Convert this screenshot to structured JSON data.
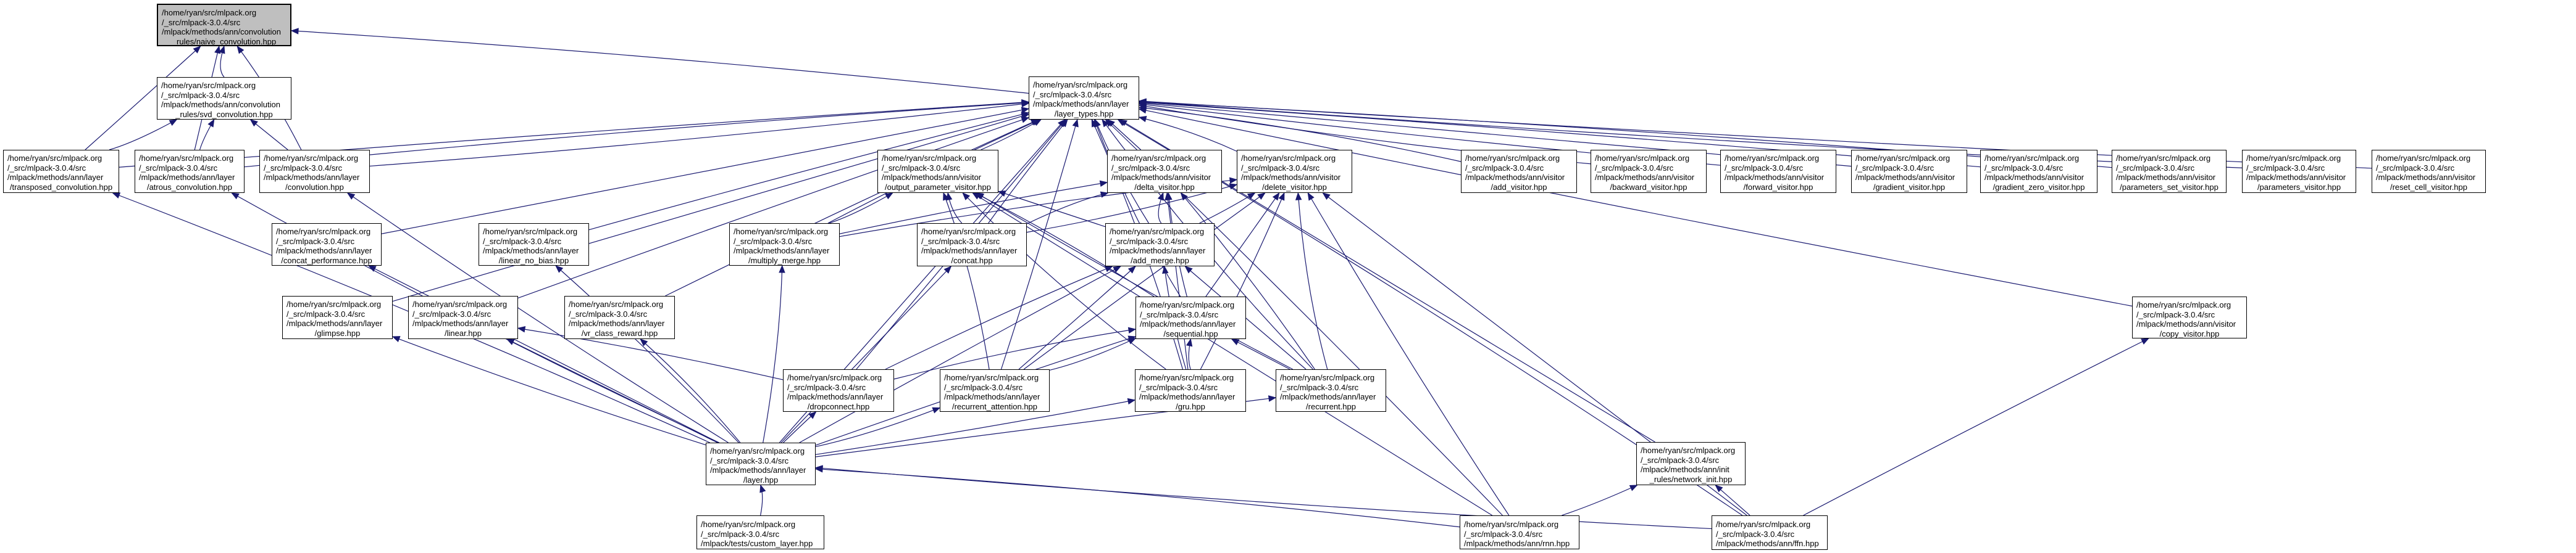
{
  "graph": {
    "title": "Included-by dependency graph for naive_convolution.hpp",
    "colors": {
      "edge": "#191970",
      "root_fill": "#bfbfbf",
      "node_fill": "#ffffff",
      "node_border": "#000000"
    },
    "nodes": [
      {
        "id": "naive_convolution",
        "root": true,
        "lines": [
          "/home/ryan/src/mlpack.org",
          "/_src/mlpack-3.0.4/src",
          "/mlpack/methods/ann/convolution",
          "_rules/naive_convolution.hpp"
        ]
      },
      {
        "id": "svd_convolution",
        "lines": [
          "/home/ryan/src/mlpack.org",
          "/_src/mlpack-3.0.4/src",
          "/mlpack/methods/ann/convolution",
          "_rules/svd_convolution.hpp"
        ]
      },
      {
        "id": "layer_types",
        "lines": [
          "/home/ryan/src/mlpack.org",
          "/_src/mlpack-3.0.4/src",
          "/mlpack/methods/ann/layer",
          "/layer_types.hpp"
        ]
      },
      {
        "id": "transposed_convolution",
        "lines": [
          "/home/ryan/src/mlpack.org",
          "/_src/mlpack-3.0.4/src",
          "/mlpack/methods/ann/layer",
          "/transposed_convolution.hpp"
        ]
      },
      {
        "id": "atrous_convolution",
        "lines": [
          "/home/ryan/src/mlpack.org",
          "/_src/mlpack-3.0.4/src",
          "/mlpack/methods/ann/layer",
          "/atrous_convolution.hpp"
        ]
      },
      {
        "id": "convolution",
        "lines": [
          "/home/ryan/src/mlpack.org",
          "/_src/mlpack-3.0.4/src",
          "/mlpack/methods/ann/layer",
          "/convolution.hpp"
        ]
      },
      {
        "id": "output_parameter_visitor",
        "lines": [
          "/home/ryan/src/mlpack.org",
          "/_src/mlpack-3.0.4/src",
          "/mlpack/methods/ann/visitor",
          "/output_parameter_visitor.hpp"
        ]
      },
      {
        "id": "delta_visitor",
        "lines": [
          "/home/ryan/src/mlpack.org",
          "/_src/mlpack-3.0.4/src",
          "/mlpack/methods/ann/visitor",
          "/delta_visitor.hpp"
        ]
      },
      {
        "id": "delete_visitor",
        "lines": [
          "/home/ryan/src/mlpack.org",
          "/_src/mlpack-3.0.4/src",
          "/mlpack/methods/ann/visitor",
          "/delete_visitor.hpp"
        ]
      },
      {
        "id": "add_visitor",
        "lines": [
          "/home/ryan/src/mlpack.org",
          "/_src/mlpack-3.0.4/src",
          "/mlpack/methods/ann/visitor",
          "/add_visitor.hpp"
        ]
      },
      {
        "id": "backward_visitor",
        "lines": [
          "/home/ryan/src/mlpack.org",
          "/_src/mlpack-3.0.4/src",
          "/mlpack/methods/ann/visitor",
          "/backward_visitor.hpp"
        ]
      },
      {
        "id": "forward_visitor",
        "lines": [
          "/home/ryan/src/mlpack.org",
          "/_src/mlpack-3.0.4/src",
          "/mlpack/methods/ann/visitor",
          "/forward_visitor.hpp"
        ]
      },
      {
        "id": "gradient_visitor",
        "lines": [
          "/home/ryan/src/mlpack.org",
          "/_src/mlpack-3.0.4/src",
          "/mlpack/methods/ann/visitor",
          "/gradient_visitor.hpp"
        ]
      },
      {
        "id": "gradient_zero_visitor",
        "lines": [
          "/home/ryan/src/mlpack.org",
          "/_src/mlpack-3.0.4/src",
          "/mlpack/methods/ann/visitor",
          "/gradient_zero_visitor.hpp"
        ]
      },
      {
        "id": "parameters_set_visitor",
        "lines": [
          "/home/ryan/src/mlpack.org",
          "/_src/mlpack-3.0.4/src",
          "/mlpack/methods/ann/visitor",
          "/parameters_set_visitor.hpp"
        ]
      },
      {
        "id": "parameters_visitor",
        "lines": [
          "/home/ryan/src/mlpack.org",
          "/_src/mlpack-3.0.4/src",
          "/mlpack/methods/ann/visitor",
          "/parameters_visitor.hpp"
        ]
      },
      {
        "id": "reset_cell_visitor",
        "lines": [
          "/home/ryan/src/mlpack.org",
          "/_src/mlpack-3.0.4/src",
          "/mlpack/methods/ann/visitor",
          "/reset_cell_visitor.hpp"
        ]
      },
      {
        "id": "concat_performance",
        "lines": [
          "/home/ryan/src/mlpack.org",
          "/_src/mlpack-3.0.4/src",
          "/mlpack/methods/ann/layer",
          "/concat_performance.hpp"
        ]
      },
      {
        "id": "linear_no_bias",
        "lines": [
          "/home/ryan/src/mlpack.org",
          "/_src/mlpack-3.0.4/src",
          "/mlpack/methods/ann/layer",
          "/linear_no_bias.hpp"
        ]
      },
      {
        "id": "multiply_merge",
        "lines": [
          "/home/ryan/src/mlpack.org",
          "/_src/mlpack-3.0.4/src",
          "/mlpack/methods/ann/layer",
          "/multiply_merge.hpp"
        ]
      },
      {
        "id": "concat",
        "lines": [
          "/home/ryan/src/mlpack.org",
          "/_src/mlpack-3.0.4/src",
          "/mlpack/methods/ann/layer",
          "/concat.hpp"
        ]
      },
      {
        "id": "add_merge",
        "lines": [
          "/home/ryan/src/mlpack.org",
          "/_src/mlpack-3.0.4/src",
          "/mlpack/methods/ann/layer",
          "/add_merge.hpp"
        ]
      },
      {
        "id": "glimpse",
        "lines": [
          "/home/ryan/src/mlpack.org",
          "/_src/mlpack-3.0.4/src",
          "/mlpack/methods/ann/layer",
          "/glimpse.hpp"
        ]
      },
      {
        "id": "linear",
        "lines": [
          "/home/ryan/src/mlpack.org",
          "/_src/mlpack-3.0.4/src",
          "/mlpack/methods/ann/layer",
          "/linear.hpp"
        ]
      },
      {
        "id": "vr_class_reward",
        "lines": [
          "/home/ryan/src/mlpack.org",
          "/_src/mlpack-3.0.4/src",
          "/mlpack/methods/ann/layer",
          "/vr_class_reward.hpp"
        ]
      },
      {
        "id": "sequential",
        "lines": [
          "/home/ryan/src/mlpack.org",
          "/_src/mlpack-3.0.4/src",
          "/mlpack/methods/ann/layer",
          "/sequential.hpp"
        ]
      },
      {
        "id": "copy_visitor",
        "lines": [
          "/home/ryan/src/mlpack.org",
          "/_src/mlpack-3.0.4/src",
          "/mlpack/methods/ann/visitor",
          "/copy_visitor.hpp"
        ]
      },
      {
        "id": "dropconnect",
        "lines": [
          "/home/ryan/src/mlpack.org",
          "/_src/mlpack-3.0.4/src",
          "/mlpack/methods/ann/layer",
          "/dropconnect.hpp"
        ]
      },
      {
        "id": "recurrent_attention",
        "lines": [
          "/home/ryan/src/mlpack.org",
          "/_src/mlpack-3.0.4/src",
          "/mlpack/methods/ann/layer",
          "/recurrent_attention.hpp"
        ]
      },
      {
        "id": "gru",
        "lines": [
          "/home/ryan/src/mlpack.org",
          "/_src/mlpack-3.0.4/src",
          "/mlpack/methods/ann/layer",
          "/gru.hpp"
        ]
      },
      {
        "id": "recurrent",
        "lines": [
          "/home/ryan/src/mlpack.org",
          "/_src/mlpack-3.0.4/src",
          "/mlpack/methods/ann/layer",
          "/recurrent.hpp"
        ]
      },
      {
        "id": "layer",
        "lines": [
          "/home/ryan/src/mlpack.org",
          "/_src/mlpack-3.0.4/src",
          "/mlpack/methods/ann/layer",
          "/layer.hpp"
        ]
      },
      {
        "id": "network_init",
        "lines": [
          "/home/ryan/src/mlpack.org",
          "/_src/mlpack-3.0.4/src",
          "/mlpack/methods/ann/init",
          "_rules/network_init.hpp"
        ]
      },
      {
        "id": "custom_layer",
        "lines": [
          "/home/ryan/src/mlpack.org",
          "/_src/mlpack-3.0.4/src",
          "/mlpack/tests/custom_layer.hpp"
        ]
      },
      {
        "id": "rnn",
        "lines": [
          "/home/ryan/src/mlpack.org",
          "/_src/mlpack-3.0.4/src",
          "/mlpack/methods/ann/rnn.hpp"
        ]
      },
      {
        "id": "ffn",
        "lines": [
          "/home/ryan/src/mlpack.org",
          "/_src/mlpack-3.0.4/src",
          "/mlpack/methods/ann/ffn.hpp"
        ]
      }
    ],
    "edges": [
      [
        "svd_convolution",
        "naive_convolution"
      ],
      [
        "transposed_convolution",
        "naive_convolution"
      ],
      [
        "atrous_convolution",
        "naive_convolution"
      ],
      [
        "convolution",
        "naive_convolution"
      ],
      [
        "layer_types",
        "naive_convolution"
      ],
      [
        "transposed_convolution",
        "svd_convolution"
      ],
      [
        "atrous_convolution",
        "svd_convolution"
      ],
      [
        "convolution",
        "svd_convolution"
      ],
      [
        "transposed_convolution",
        "layer_types"
      ],
      [
        "atrous_convolution",
        "layer_types"
      ],
      [
        "convolution",
        "layer_types"
      ],
      [
        "output_parameter_visitor",
        "layer_types"
      ],
      [
        "delta_visitor",
        "layer_types"
      ],
      [
        "delete_visitor",
        "layer_types"
      ],
      [
        "add_visitor",
        "layer_types"
      ],
      [
        "backward_visitor",
        "layer_types"
      ],
      [
        "forward_visitor",
        "layer_types"
      ],
      [
        "gradient_visitor",
        "layer_types"
      ],
      [
        "gradient_zero_visitor",
        "layer_types"
      ],
      [
        "parameters_set_visitor",
        "layer_types"
      ],
      [
        "parameters_visitor",
        "layer_types"
      ],
      [
        "reset_cell_visitor",
        "layer_types"
      ],
      [
        "concat_performance",
        "layer_types"
      ],
      [
        "linear_no_bias",
        "layer_types"
      ],
      [
        "multiply_merge",
        "layer_types"
      ],
      [
        "concat",
        "layer_types"
      ],
      [
        "add_merge",
        "layer_types"
      ],
      [
        "glimpse",
        "layer_types"
      ],
      [
        "linear",
        "layer_types"
      ],
      [
        "vr_class_reward",
        "layer_types"
      ],
      [
        "sequential",
        "layer_types"
      ],
      [
        "copy_visitor",
        "layer_types"
      ],
      [
        "dropconnect",
        "layer_types"
      ],
      [
        "recurrent_attention",
        "layer_types"
      ],
      [
        "gru",
        "layer_types"
      ],
      [
        "recurrent",
        "layer_types"
      ],
      [
        "layer",
        "layer_types"
      ],
      [
        "network_init",
        "layer_types"
      ],
      [
        "rnn",
        "layer_types"
      ],
      [
        "ffn",
        "layer_types"
      ],
      [
        "multiply_merge",
        "output_parameter_visitor"
      ],
      [
        "concat",
        "output_parameter_visitor"
      ],
      [
        "add_merge",
        "output_parameter_visitor"
      ],
      [
        "sequential",
        "output_parameter_visitor"
      ],
      [
        "recurrent_attention",
        "output_parameter_visitor"
      ],
      [
        "gru",
        "output_parameter_visitor"
      ],
      [
        "recurrent",
        "output_parameter_visitor"
      ],
      [
        "rnn",
        "output_parameter_visitor"
      ],
      [
        "multiply_merge",
        "delta_visitor"
      ],
      [
        "concat",
        "delta_visitor"
      ],
      [
        "add_merge",
        "delta_visitor"
      ],
      [
        "sequential",
        "delta_visitor"
      ],
      [
        "gru",
        "delta_visitor"
      ],
      [
        "recurrent",
        "delta_visitor"
      ],
      [
        "multiply_merge",
        "delete_visitor"
      ],
      [
        "concat",
        "delete_visitor"
      ],
      [
        "add_merge",
        "delete_visitor"
      ],
      [
        "sequential",
        "delete_visitor"
      ],
      [
        "recurrent_attention",
        "delete_visitor"
      ],
      [
        "gru",
        "delete_visitor"
      ],
      [
        "recurrent",
        "delete_visitor"
      ],
      [
        "rnn",
        "delete_visitor"
      ],
      [
        "ffn",
        "delete_visitor"
      ],
      [
        "dropconnect",
        "linear"
      ],
      [
        "dropconnect",
        "add_merge"
      ],
      [
        "recurrent_attention",
        "add_merge"
      ],
      [
        "gru",
        "add_merge"
      ],
      [
        "recurrent",
        "add_merge"
      ],
      [
        "layer",
        "add_merge"
      ],
      [
        "dropconnect",
        "sequential"
      ],
      [
        "recurrent_attention",
        "sequential"
      ],
      [
        "gru",
        "sequential"
      ],
      [
        "recurrent",
        "sequential"
      ],
      [
        "layer",
        "sequential"
      ],
      [
        "layer",
        "transposed_convolution"
      ],
      [
        "layer",
        "atrous_convolution"
      ],
      [
        "layer",
        "convolution"
      ],
      [
        "layer",
        "concat_performance"
      ],
      [
        "layer",
        "linear_no_bias"
      ],
      [
        "layer",
        "multiply_merge"
      ],
      [
        "layer",
        "concat"
      ],
      [
        "layer",
        "glimpse"
      ],
      [
        "layer",
        "linear"
      ],
      [
        "layer",
        "vr_class_reward"
      ],
      [
        "layer",
        "dropconnect"
      ],
      [
        "layer",
        "recurrent_attention"
      ],
      [
        "layer",
        "gru"
      ],
      [
        "layer",
        "recurrent"
      ],
      [
        "custom_layer",
        "layer"
      ],
      [
        "rnn",
        "layer"
      ],
      [
        "ffn",
        "layer"
      ],
      [
        "rnn",
        "network_init"
      ],
      [
        "ffn",
        "network_init"
      ],
      [
        "ffn",
        "copy_visitor"
      ]
    ]
  }
}
